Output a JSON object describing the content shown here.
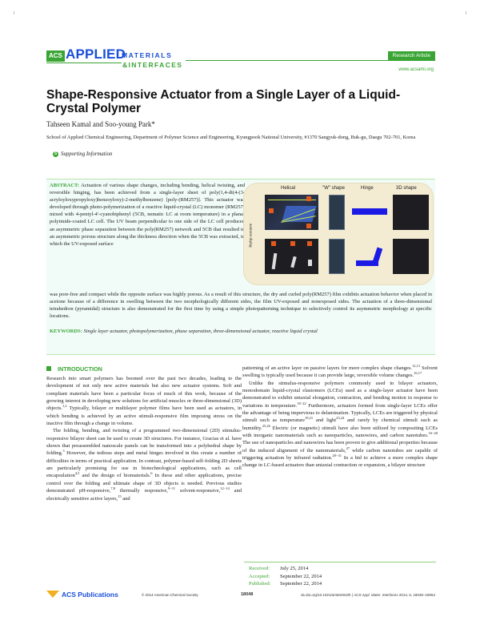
{
  "header": {
    "journal_logo": {
      "acs": "ACS",
      "applied": "APPLIED",
      "materials": "MATERIALS",
      "interfaces": "&INTERFACES"
    },
    "article_type": "Research Article",
    "website": "www.acsami.org"
  },
  "article": {
    "title": "Shape-Responsive Actuator from a Single Layer of a Liquid-Crystal Polymer",
    "authors": "Tahseen Kamal and Soo-young Park*",
    "affiliation": "School of Applied Chemical Engineering, Department of Polymer Science and Engineering, Kyungpook National University, #1370 Sangyuk-dong, Buk-gu, Daegu 702-701, Korea",
    "supporting_info": "Supporting Information",
    "supporting_info_icon": "S"
  },
  "abstract": {
    "label": "ABSTRACT:",
    "text_wrapped": "Actuation of various shape changes, including bending, helical twisting, and reversible hinging, has been achieved from a single-layer sheet of poly(1,4-di(4-(3-acryloyloxypropyloxy)benzoyloxy)-2-methylbenzene) [poly-(RM257)]. This actuator was developed through photo-polymerization of a reactive liquid-crystal (LC) monomer (RM257) mixed with 4-pentyl-4′-cyanobiphenyl (5CB, nematic LC at room temperature) in a planar polyimide-coated LC cell. The UV beam perpendicular to one side of the LC cell produced an asymmetric phase separation between the poly(RM257) network and 5CB that resulted in an asymmetric porous structure along the thickness direction when the 5CB was extracted, in which the UV-exposed surface",
    "text_full": "was pore-free and compact while the opposite surface was highly porous. As a result of this structure, the dry and curled poly(RM257) film exhibits actuation behavior when placed in acetone because of a difference in swelling between the two morphologically different sides, the film UV-exposed and nonexposed sides. The actuation of a three-dimensional tetrahedron (pyramidal) structure is also demonstrated for the first time by using a simple photopatterning technique to selectively control its asymmetric morphology at specific locations.",
    "keywords_label": "KEYWORDS:",
    "keywords": "Single layer actuator, photopolymerization, phase separation, three-dimensional actuator, reactive liquid crystal"
  },
  "toc_graphic": {
    "labels": [
      "Helical",
      "\"W\" shape",
      "Hinge",
      "3D shape"
    ],
    "side_label": "acetone  drying",
    "tags": [
      "d",
      "c",
      "d",
      "c",
      "b",
      "a"
    ],
    "colors": {
      "background": "#f4ecd2",
      "hinge": "#1b1be5",
      "tag": "#e35a1d"
    }
  },
  "introduction": {
    "heading": "INTRODUCTION",
    "left_col": [
      "Research into smart polymers has boomed over the past two decades, leading to the development of not only new active materials but also new actuator systems. Soft and compliant materials have been a particular focus of much of this work, because of the growing interest in developing new solutions for artificial muscles or three-dimensional (3D) objects.",
      "The folding, bending, and twisting of a programmed two-dimensional (2D) stimulus-responsive bilayer sheet can be used to create 3D structures. For instance, Gracias et al. have shown that preassembled nanoscale panels can be transformed into a polyhedral shape by folding."
    ],
    "p1_cite": "1,2",
    "p1_tail": "Typically, bilayer or multilayer polymer films have been used as actuators, in which bending is achieved by an active stimuli-responsive film imposing stress on the inactive film through a change in volume.",
    "p2_cite1": "3",
    "p2_mid": "However, the tedious steps and metal hinges involved in this create a number of difficulties in terms of practical application. In contrast, polymer-based self-folding 2D sheets are particularly promising for use in biotechnological applications, such as cell encapsulation",
    "p2_cite2": "4,5",
    "p2_mid2": "and the design of biomaterials.",
    "p2_cite3": "6",
    "p2_mid3": "In these and other applications, precise control over the folding and ultimate shape of 3D objects is needed. Previous studies demonstrated pH-responsive,",
    "p2_cite4": "7,8",
    "p2_mid4": "thermally responsive,",
    "p2_cite5": "9−11",
    "p2_mid5": "solvent-responsive,",
    "p2_cite6": "12−14",
    "p2_mid6": "and electrically sensitive active layers,",
    "p2_cite7": "15",
    "p2_end": "and",
    "right_p1": "patterning of an active layer on passive layers for more complex shape changes.",
    "right_p1_cite": "12,13",
    "right_p1_b": "Solvent swelling is typically used because it can provide large, reversible volume changes.",
    "right_p1_cite2": "16,17",
    "right_p2_a": "Unlike the stimulus-responsive polymers commonly used in bilayer actuators, monodomain liquid-crystal elastomers (LCEs) used as a single-layer actuator have been demonstrated to exhibit uniaxial elongation, contraction, and bending motion in response to variations in temperature.",
    "right_p2_cite1": "18−22",
    "right_p2_b": "Furthermore, actuators formed from single-layer LCEs offer the advantage of being impervious to delamination. Typically, LCEs are triggered by physical stimuli such as temperature",
    "right_p2_cite2": "19,21",
    "right_p2_c": "and light",
    "right_p2_cite3": "23,24",
    "right_p2_d": "and rarely by chemical stimuli such as humidity.",
    "right_p2_cite4": "25,26",
    "right_p2_e": "Electric (or magnetic) stimuli have also been utilized by compositing LCEs with inorganic nanomaterials such as nanoparticles, nanowires, and carbon nanotubes.",
    "right_p2_cite5": "16−20",
    "right_p2_f": "The use of nanoparticles and nanowires has been proven to give additional properties because of the induced alignment of the nanomaterials,",
    "right_p2_cite6": "27",
    "right_p2_g": "while carbon nanotubes are capable of triggering actuation by infrared radiation.",
    "right_p2_cite7": "28−31",
    "right_p2_h": "In a bid to achieve a more complex shape change in LC-based actuators than uniaxial contraction or expansion, a bilayer structure"
  },
  "dates": {
    "received_label": "Received:",
    "received": "July 25, 2014",
    "accepted_label": "Accepted:",
    "accepted": "September 22, 2014",
    "published_label": "Published:",
    "published": "September 22, 2014"
  },
  "footer": {
    "publisher": "ACS Publications",
    "copyright": "© 2014 American Chemical Society",
    "page_number": "18048",
    "doi_prefix": "dx.doi.org/10.1021/am504910h | ",
    "journal_abbrev": "ACS Appl. Mater. Interfaces",
    "citation": " 2014, 6, 18048−18054"
  }
}
